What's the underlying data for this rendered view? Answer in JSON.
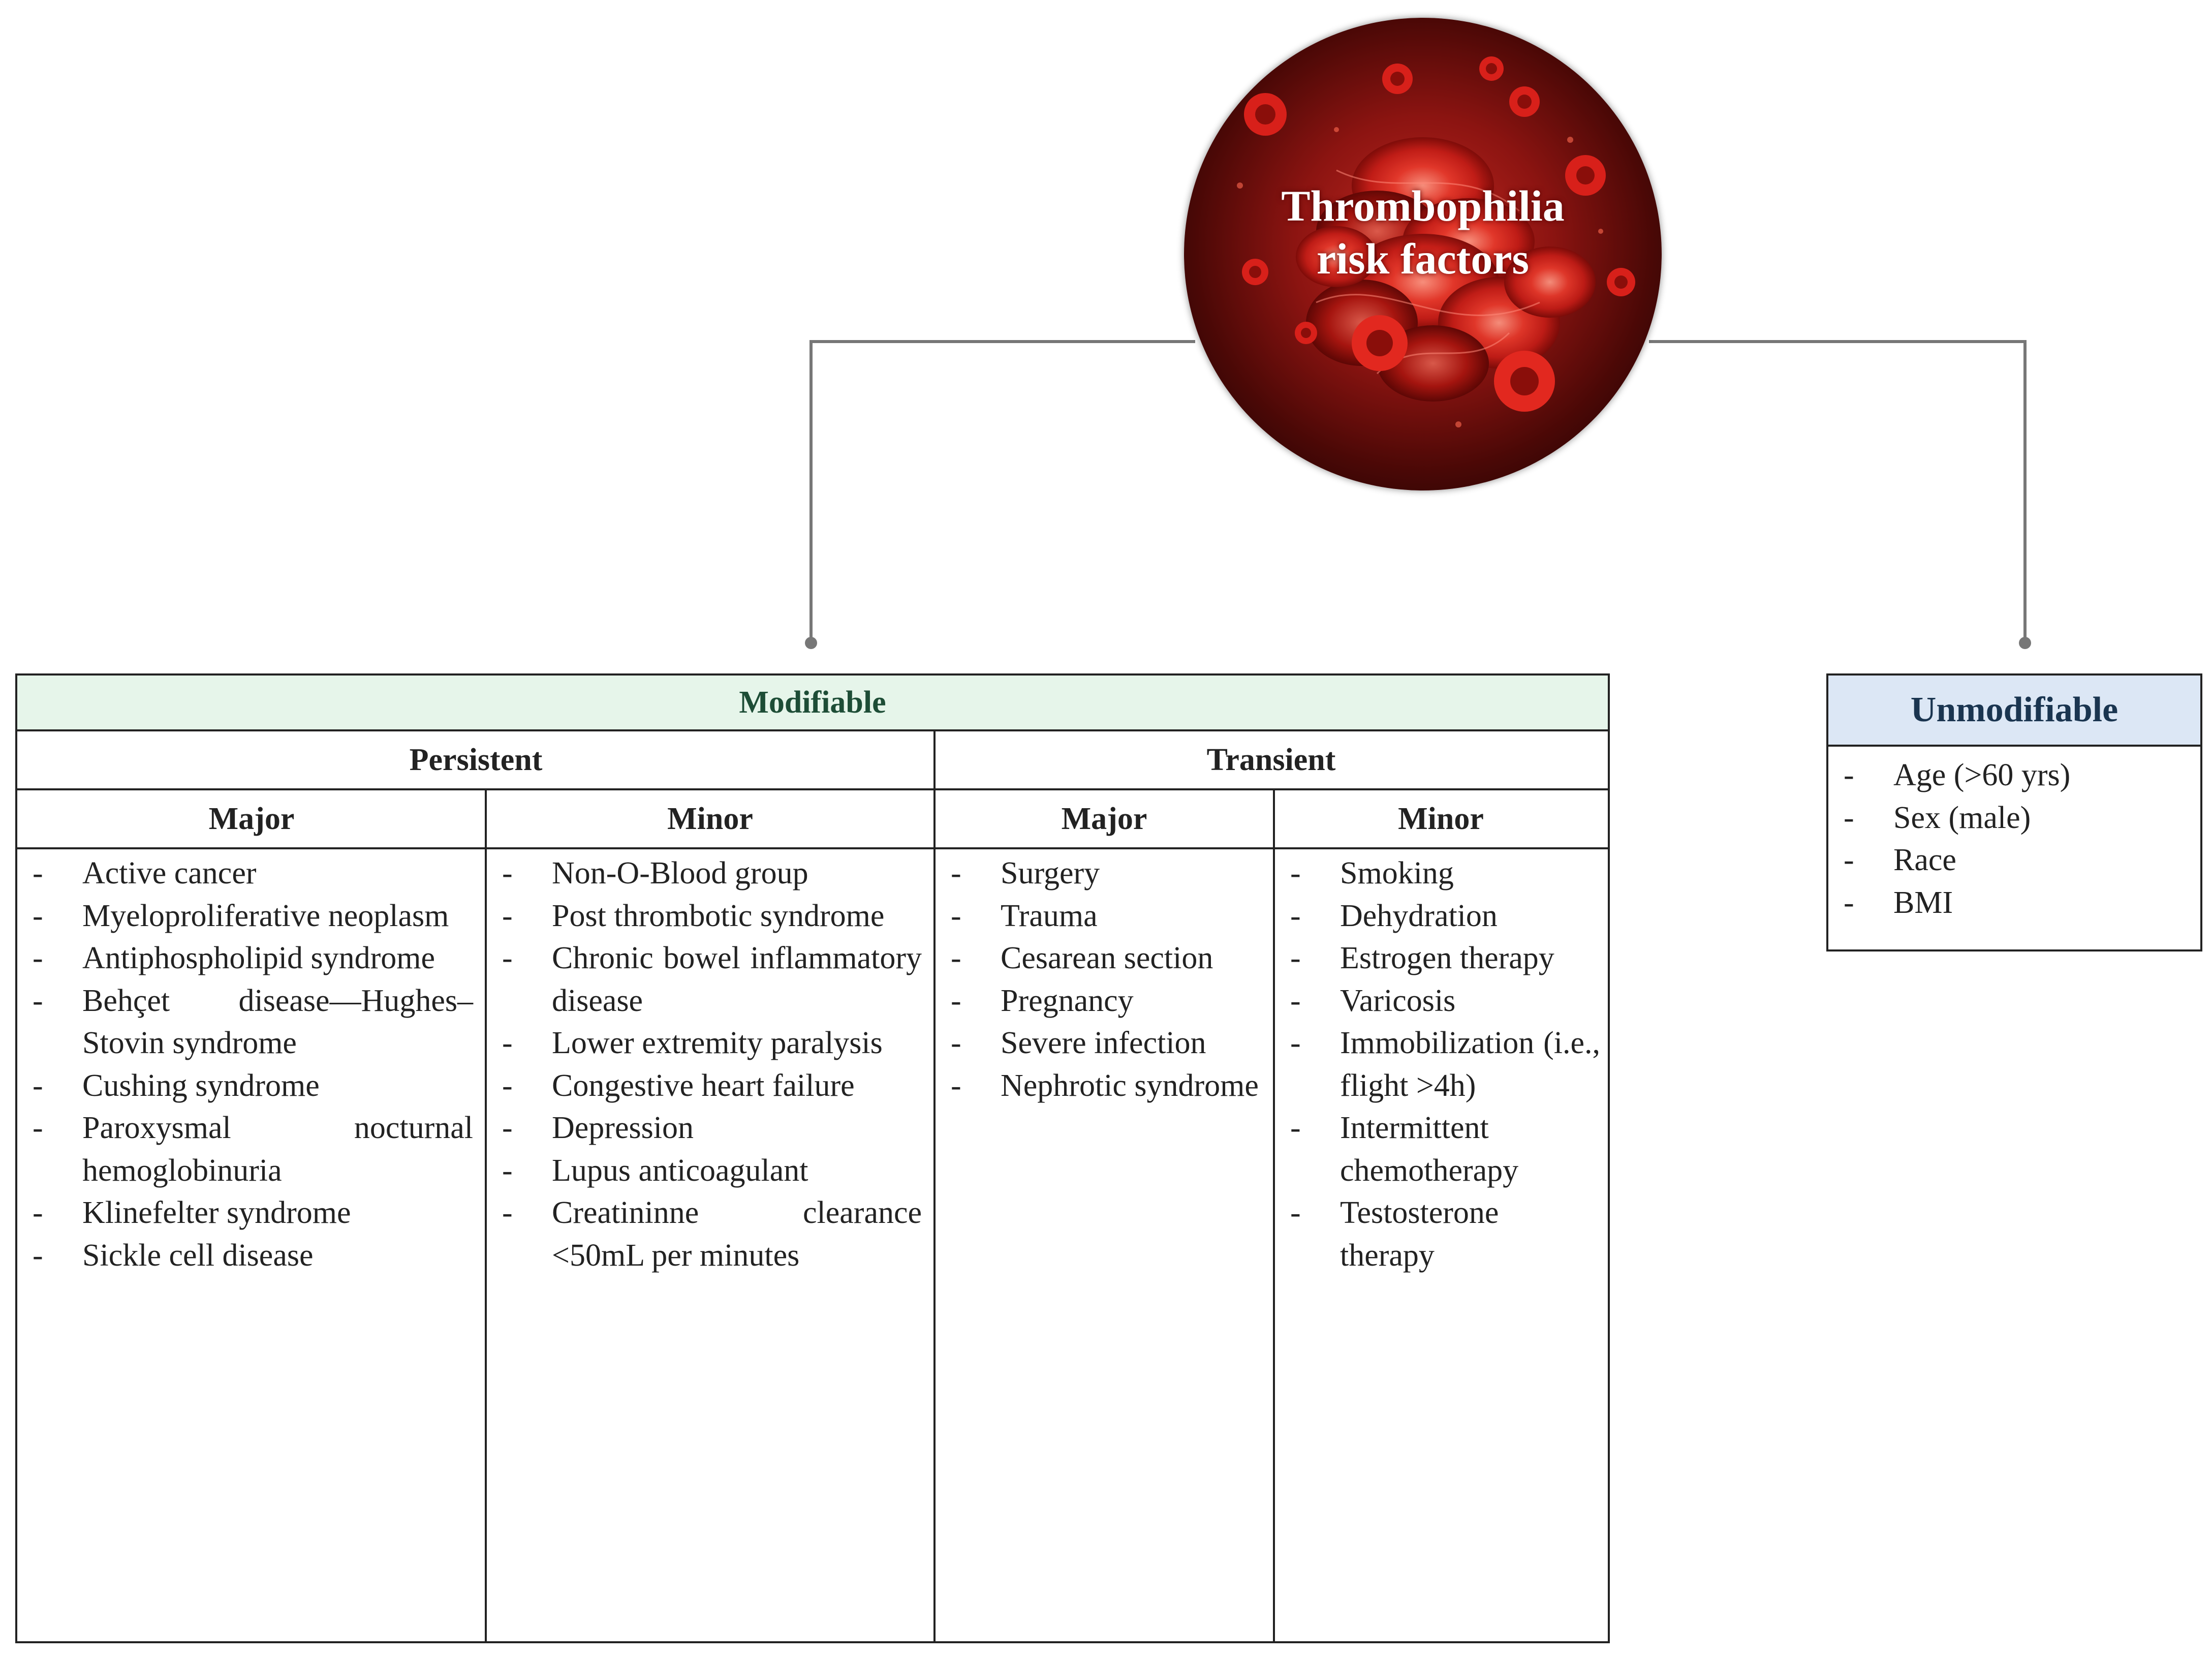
{
  "circle": {
    "title_line1": "Thrombophilia",
    "title_line2": "risk factors"
  },
  "modifiable": {
    "title": "Modifiable",
    "persistent": {
      "title": "Persistent",
      "major": {
        "title": "Major",
        "items": [
          "Active cancer",
          "Myeloproliferative neoplasm",
          "Antiphospholipid syndrome",
          "Behçet disease—Hughes–Stovin syndrome",
          "Cushing syndrome",
          "Paroxysmal nocturnal hemoglobinuria",
          "Klinefelter syndrome",
          "Sickle cell disease"
        ]
      },
      "minor": {
        "title": "Minor",
        "items": [
          "Non-O-Blood group",
          "Post thrombotic syndrome",
          "Chronic bowel inflammatory disease",
          "Lower extremity paralysis",
          "Congestive heart failure",
          "Depression",
          "Lupus anticoagulant",
          "Creatininne clearance <50mL per minutes"
        ]
      }
    },
    "transient": {
      "title": "Transient",
      "major": {
        "title": "Major",
        "items": [
          "Surgery",
          "Trauma",
          "Cesarean section",
          "Pregnancy",
          "Severe infection",
          "Nephrotic syndrome"
        ]
      },
      "minor": {
        "title": "Minor",
        "items": [
          "Smoking",
          "Dehydration",
          "Estrogen therapy",
          "Varicosis",
          "Immobilization (i.e., flight >4h)",
          "Intermittent chemotherapy",
          "Testosterone therapy"
        ]
      }
    }
  },
  "unmodifiable": {
    "title": "Unmodifiable",
    "items": [
      "Age (>60 yrs)",
      "Sex (male)",
      "Race",
      "BMI"
    ]
  },
  "colors": {
    "modifiable_header_bg": "#e6f5ea",
    "modifiable_title": "#1d4d36",
    "unmodifiable_header_bg": "#dce7f5",
    "unmodifiable_title": "#1a3550",
    "connector": "#777777"
  }
}
